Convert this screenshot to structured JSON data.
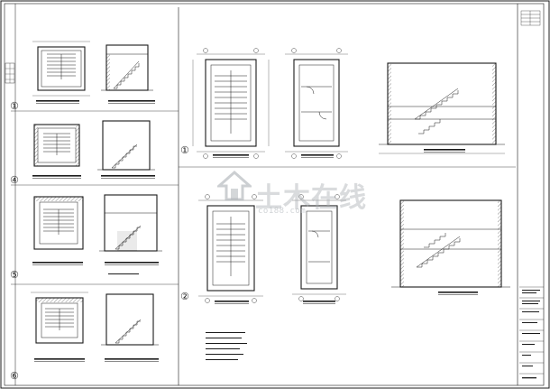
{
  "document": {
    "type": "cad-drawing-sheet",
    "colors": {
      "line": "#1a1a1a",
      "background": "#ffffff",
      "watermark": "#aab0b5"
    }
  },
  "watermark": {
    "brand": "土木在线",
    "url": "co188.com"
  },
  "left_column": {
    "detail_numbers": [
      "①",
      "④",
      "⑤",
      "⑥"
    ]
  },
  "middle_column": {
    "detail_numbers": [
      "①",
      "②"
    ]
  }
}
